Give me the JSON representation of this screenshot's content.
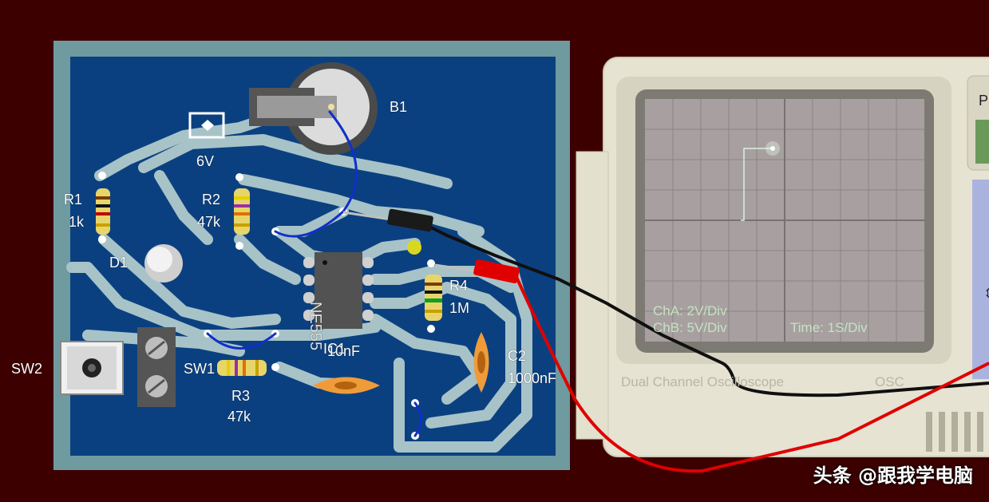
{
  "labels": {
    "b1": "B1",
    "battery_value": "6V",
    "r1": "R1",
    "r1_value": "1k",
    "r2": "R2",
    "r2_value": "47k",
    "d1": "D1",
    "ic1": "IC1",
    "ic1_part": "NE555",
    "r4": "R4",
    "r4_value": "1M",
    "c1_value": "10nF",
    "c2": "C2",
    "c2_value": "1000nF",
    "sw2": "SW2",
    "sw1": "SW1",
    "r3": "R3",
    "r3_value": "47k"
  },
  "oscilloscope": {
    "cha": "ChA: 2V/Div",
    "chb": "ChB: 5V/Div",
    "time": "Time: 1S/Div",
    "title": "Dual Channel Oscilloscope",
    "model": "OSC",
    "side_label": "P"
  },
  "watermark": "头条 @跟我学电脑",
  "colors": {
    "background": "#3d0000",
    "board_border": "#6e9aa0",
    "board_copper": "#0b4080",
    "trace": "#a7c3c8",
    "probe_black": "#101010",
    "probe_red": "#e00000",
    "jumper_blue": "#1030c8"
  }
}
